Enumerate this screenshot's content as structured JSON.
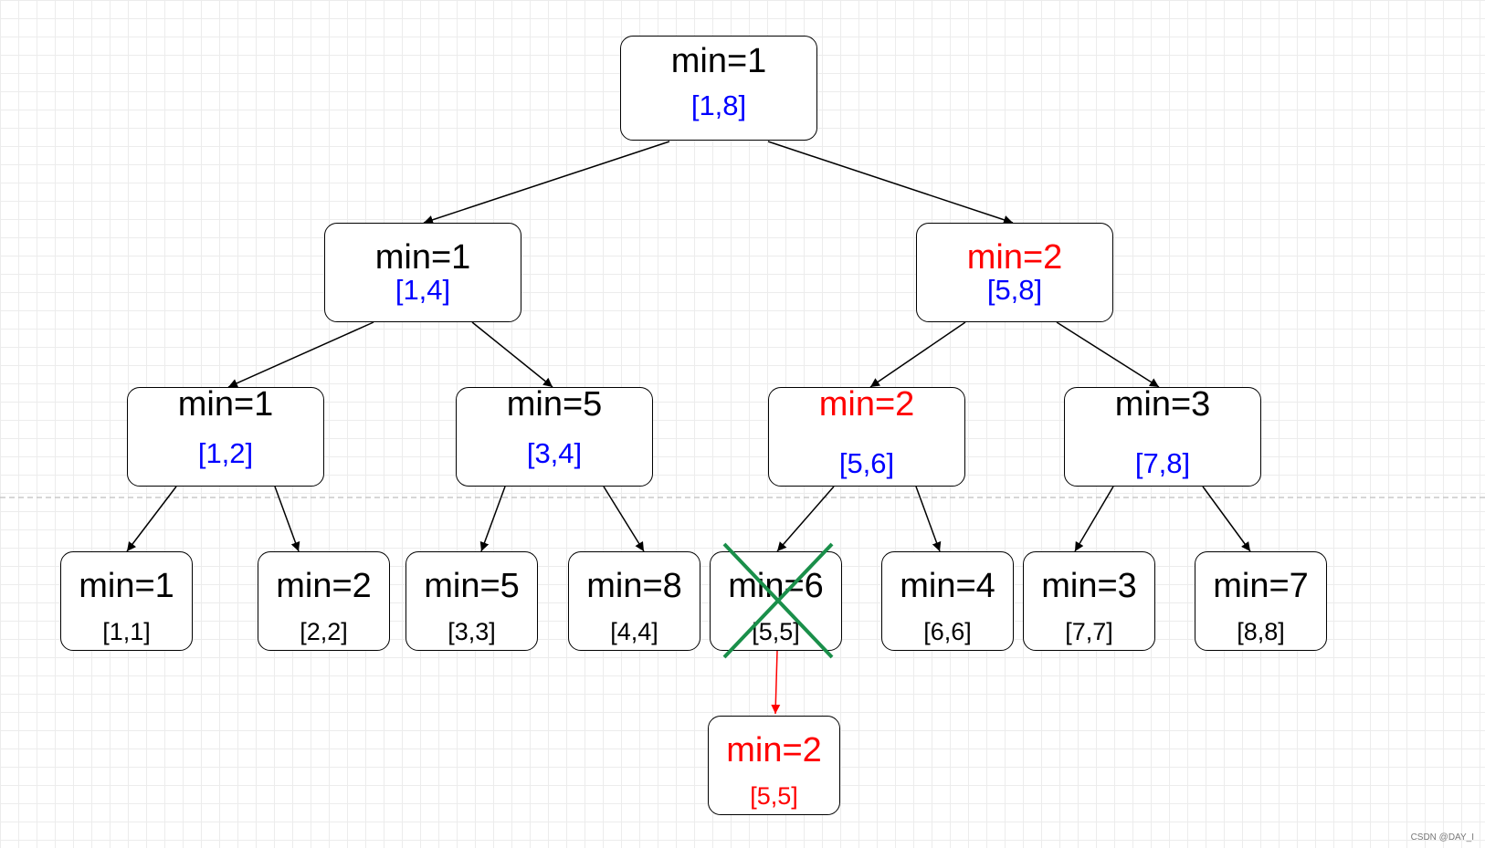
{
  "nodes": {
    "n1": {
      "min": "min=1",
      "range": "[1,8]"
    },
    "n2": {
      "min": "min=1",
      "range": "[1,4]"
    },
    "n3": {
      "min": "min=2",
      "range": "[5,8]"
    },
    "n4": {
      "min": "min=1",
      "range": "[1,2]"
    },
    "n5": {
      "min": "min=5",
      "range": "[3,4]"
    },
    "n6": {
      "min": "min=2",
      "range": "[5,6]"
    },
    "n7": {
      "min": "min=3",
      "range": "[7,8]"
    },
    "n8": {
      "min": "min=1",
      "range": "[1,1]"
    },
    "n9": {
      "min": "min=2",
      "range": "[2,2]"
    },
    "n10": {
      "min": "min=5",
      "range": "[3,3]"
    },
    "n11": {
      "min": "min=8",
      "range": "[4,4]"
    },
    "n12": {
      "min": "min=6",
      "range": "[5,5]"
    },
    "n13": {
      "min": "min=4",
      "range": "[6,6]"
    },
    "n14": {
      "min": "min=3",
      "range": "[7,7]"
    },
    "n15": {
      "min": "min=7",
      "range": "[8,8]"
    },
    "n12_updated": {
      "min": "min=2",
      "range": "[5,5]"
    }
  },
  "colors": {
    "edge": "#000000",
    "update_edge": "#ff0000",
    "highlight": "#ff0000",
    "range_text": "#0000ff",
    "cross_mark": "#1a8f4a"
  },
  "watermark": "CSDN @DAY_I"
}
